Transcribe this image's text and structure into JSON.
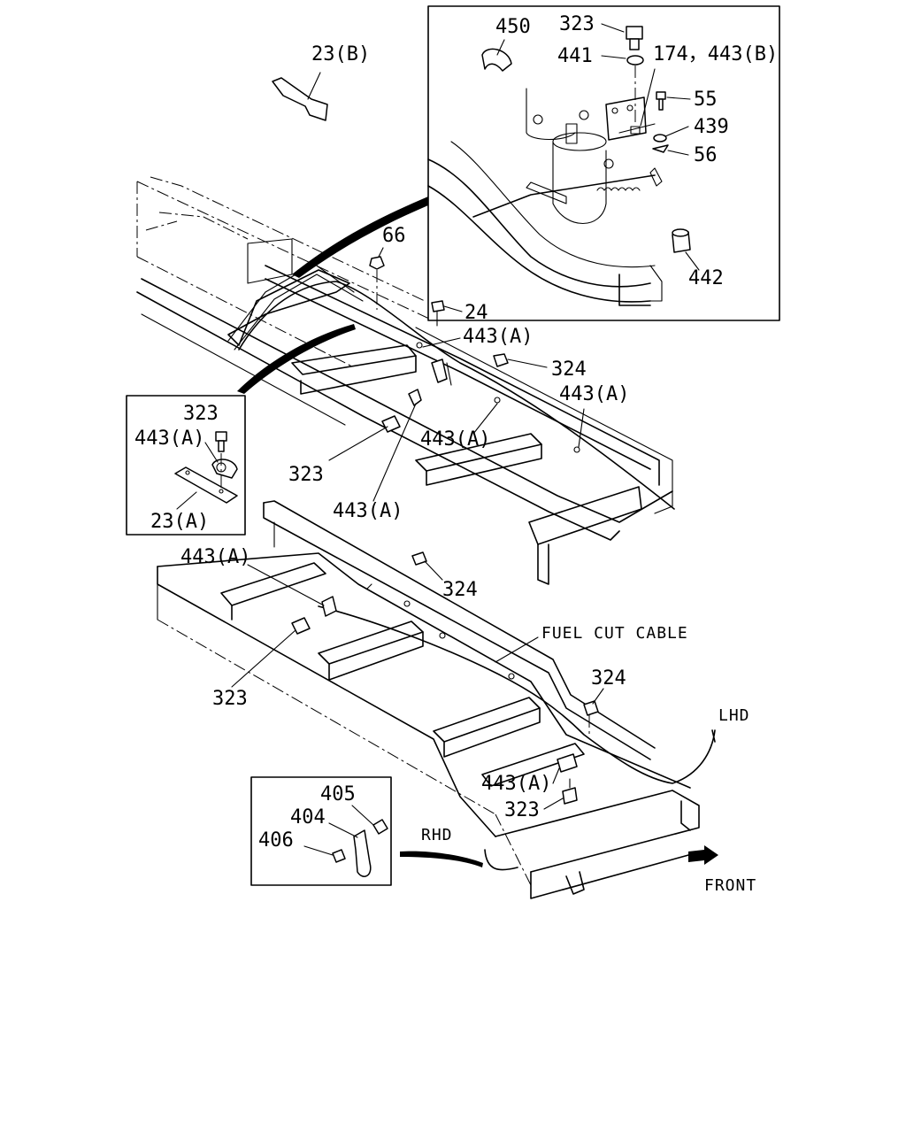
{
  "labels": {
    "p450": "450",
    "p323_top": "323",
    "p441": "441",
    "p174_443b": "174，443(B)",
    "p55": "55",
    "p439": "439",
    "p56": "56",
    "p442": "442",
    "p23b": "23(B)",
    "p66": "66",
    "p24": "24",
    "p443a_1": "443(A)",
    "p324_1": "324",
    "p443a_2": "443(A)",
    "p443a_3": "443(A)",
    "p323_mid": "323",
    "p443a_4": "443(A)",
    "inset_p323": "323",
    "inset_p443a": "443(A)",
    "inset_p23a": "23(A)",
    "p443a_5": "443(A)",
    "p324_2": "324",
    "fuel_cut_cable": "FUEL CUT CABLE",
    "p323_low": "323",
    "p324_3": "324",
    "lhd": "LHD",
    "p443a_6": "443(A)",
    "p323_bot": "323",
    "p405": "405",
    "p404": "404",
    "p406": "406",
    "rhd": "RHD",
    "front": "FRONT"
  }
}
